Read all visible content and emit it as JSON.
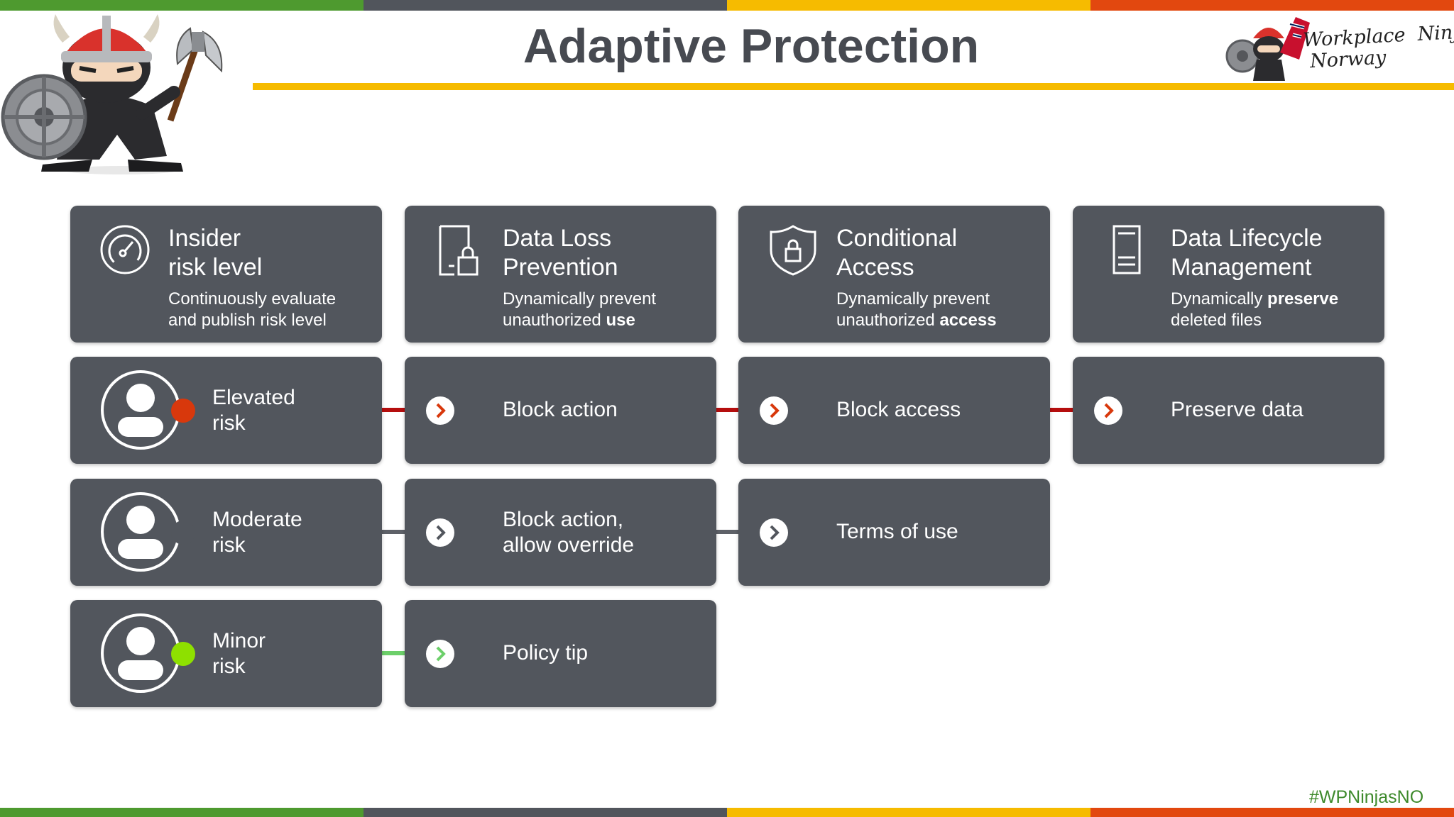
{
  "header": {
    "title": "Adaptive Protection",
    "footer_tag": "#WPNinjasNO",
    "brand_logo_text": "Workplace Ninjas Norway"
  },
  "colors": {
    "green": "#4e9a2f",
    "dark": "#51555c",
    "yellow": "#f6bb00",
    "orange": "#e2480f",
    "card": "#52565d",
    "elevated": "#d8380c",
    "moderate": "#52565d",
    "minor": "#8ee000",
    "elevated_line": "#b50e0e",
    "moderate_line": "#5e6168",
    "minor_line": "#6ccf6a"
  },
  "columns": [
    {
      "icon": "gauge-icon",
      "title_line1": "Insider",
      "title_line2": "risk level",
      "desc_line1": "Continuously evaluate",
      "desc_line2": "and publish risk level"
    },
    {
      "icon": "document-lock-icon",
      "title_line1": "Data Loss",
      "title_line2": "Prevention",
      "desc_line1": "Dynamically prevent",
      "desc_line2_plain": "unauthorized ",
      "desc_line2_bold": "use"
    },
    {
      "icon": "shield-lock-icon",
      "title_line1": "Conditional",
      "title_line2": "Access",
      "desc_line1": "Dynamically prevent",
      "desc_line2_plain": "unauthorized ",
      "desc_line2_bold": "access"
    },
    {
      "icon": "document-lines-icon",
      "title_line1": "Data Lifecycle",
      "title_line2": "Management",
      "desc_line1_plain": "Dynamically ",
      "desc_line1_bold": "preserve",
      "desc_line2": "deleted files"
    }
  ],
  "rows": [
    {
      "level_line1": "Elevated",
      "level_line2": "risk",
      "actions": [
        "Block action",
        "Block access",
        "Preserve data"
      ]
    },
    {
      "level_line1": "Moderate",
      "level_line2": "risk",
      "actions_line1": [
        "Block action,",
        "Terms of use"
      ],
      "actions_line2": [
        "allow override"
      ]
    },
    {
      "level_line1": "Minor",
      "level_line2": "risk",
      "actions": [
        "Policy tip"
      ]
    }
  ]
}
